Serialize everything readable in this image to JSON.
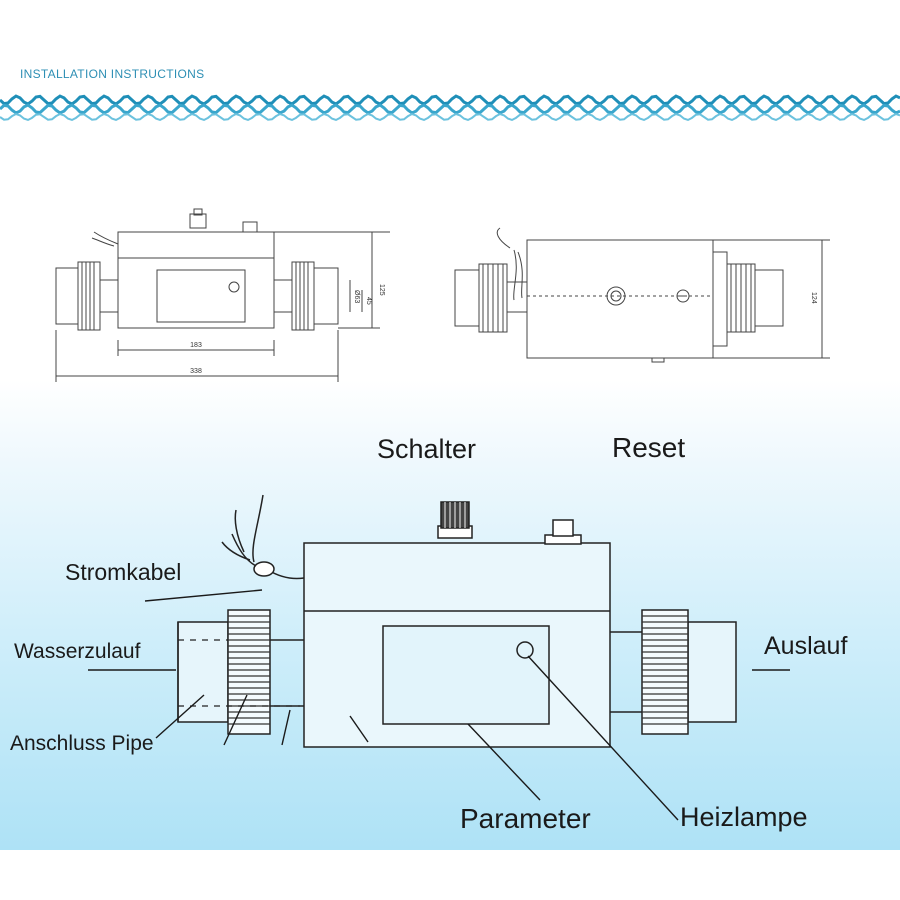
{
  "header": {
    "title": "INSTALLATION INSTRUCTIONS"
  },
  "dimensions": {
    "front_width_inner": "183",
    "front_width_total": "338",
    "front_height": "125",
    "front_d1": "Ø63",
    "front_d2": "45",
    "side_height": "124"
  },
  "labels": {
    "schalter": "Schalter",
    "reset": "Reset",
    "stromkabel": "Stromkabel",
    "wasserzulauf": "Wasserzulauf",
    "auslauf": "Auslauf",
    "anschluss_pipe": "Anschluss Pipe",
    "parameter": "Parameter",
    "heizlampe": "Heizlampe"
  },
  "colors": {
    "header_text": "#2e8fb4",
    "wave": "#1f8fb8",
    "background_bottom": "#aee2f6",
    "line": "#333333"
  }
}
